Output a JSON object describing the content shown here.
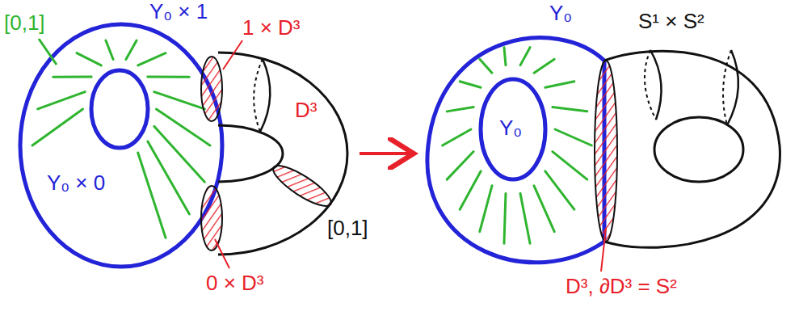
{
  "diagram": {
    "labels": [
      "[0,1]",
      "Y₀ × 1",
      "1 × D³",
      "D³",
      "Y₀ × 0",
      "[0,1]",
      "0 × D³",
      "Y₀",
      "S¹ × S²",
      "Y₀",
      "D³, ∂D³ = S²"
    ]
  }
}
